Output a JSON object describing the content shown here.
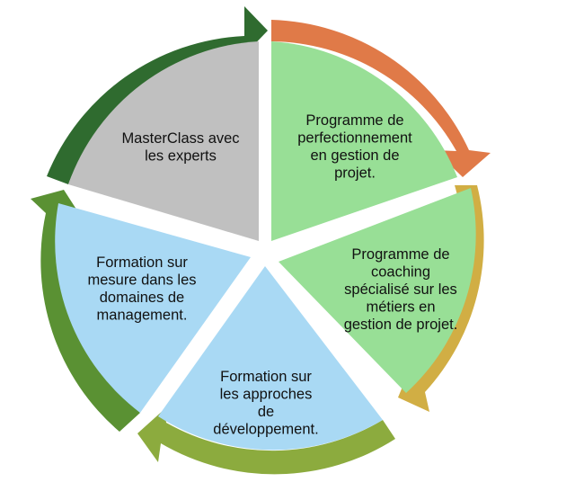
{
  "segments": [
    {
      "id": "programme-perfectionnement",
      "lines": [
        "Programme de",
        "perfectionnement",
        "en gestion de",
        "projet."
      ],
      "fill_color": "#98df96",
      "arrow_color": "#e07a48"
    },
    {
      "id": "programme-coaching",
      "lines": [
        "Programme de",
        "coaching",
        "spécialisé sur les",
        "métiers en",
        "gestion de projet."
      ],
      "fill_color": "#98df96",
      "arrow_color": "#d1ae44"
    },
    {
      "id": "formation-approches",
      "lines": [
        "Formation sur",
        "les approches",
        "de",
        "développement."
      ],
      "fill_color": "#a9d9f4",
      "arrow_color": "#8cab3e"
    },
    {
      "id": "formation-management",
      "lines": [
        "Formation sur",
        "mesure dans les",
        "domaines de",
        "management."
      ],
      "fill_color": "#a9d9f4",
      "arrow_color": "#5a9133"
    },
    {
      "id": "masterclass",
      "lines": [
        "MasterClass avec",
        "les experts"
      ],
      "fill_color": "#c0c0c0",
      "arrow_color": "#2f6b2f"
    }
  ]
}
